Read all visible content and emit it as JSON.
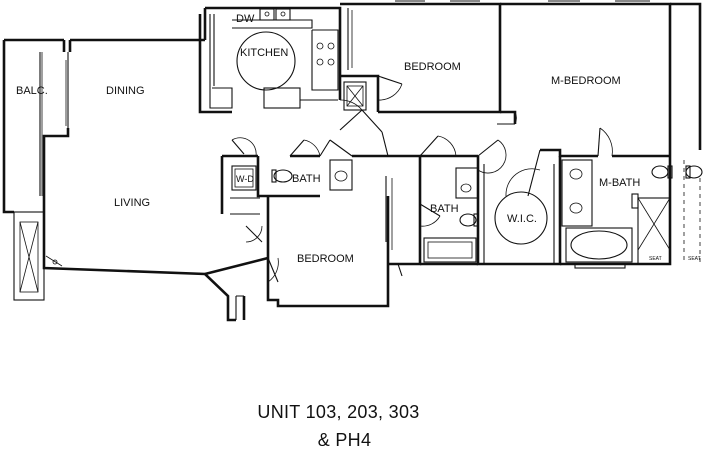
{
  "rooms": {
    "balcony": "BALC.",
    "dining": "DINING",
    "kitchen": "KITCHEN",
    "dishwasher": "DW",
    "bedroom_top": "BEDROOM",
    "master_bedroom": "M-BEDROOM",
    "living": "LIVING",
    "washer_dryer": "W-D",
    "bath_1": "BATH",
    "bath_2": "BATH",
    "walk_in_closet": "W.I.C.",
    "master_bath": "M-BATH",
    "bedroom_bottom": "BEDROOM",
    "seat_1": "SEAT",
    "seat_2": "SEAT"
  },
  "caption": {
    "line1": "UNIT 103, 203, 303",
    "line2": "& PH4"
  }
}
